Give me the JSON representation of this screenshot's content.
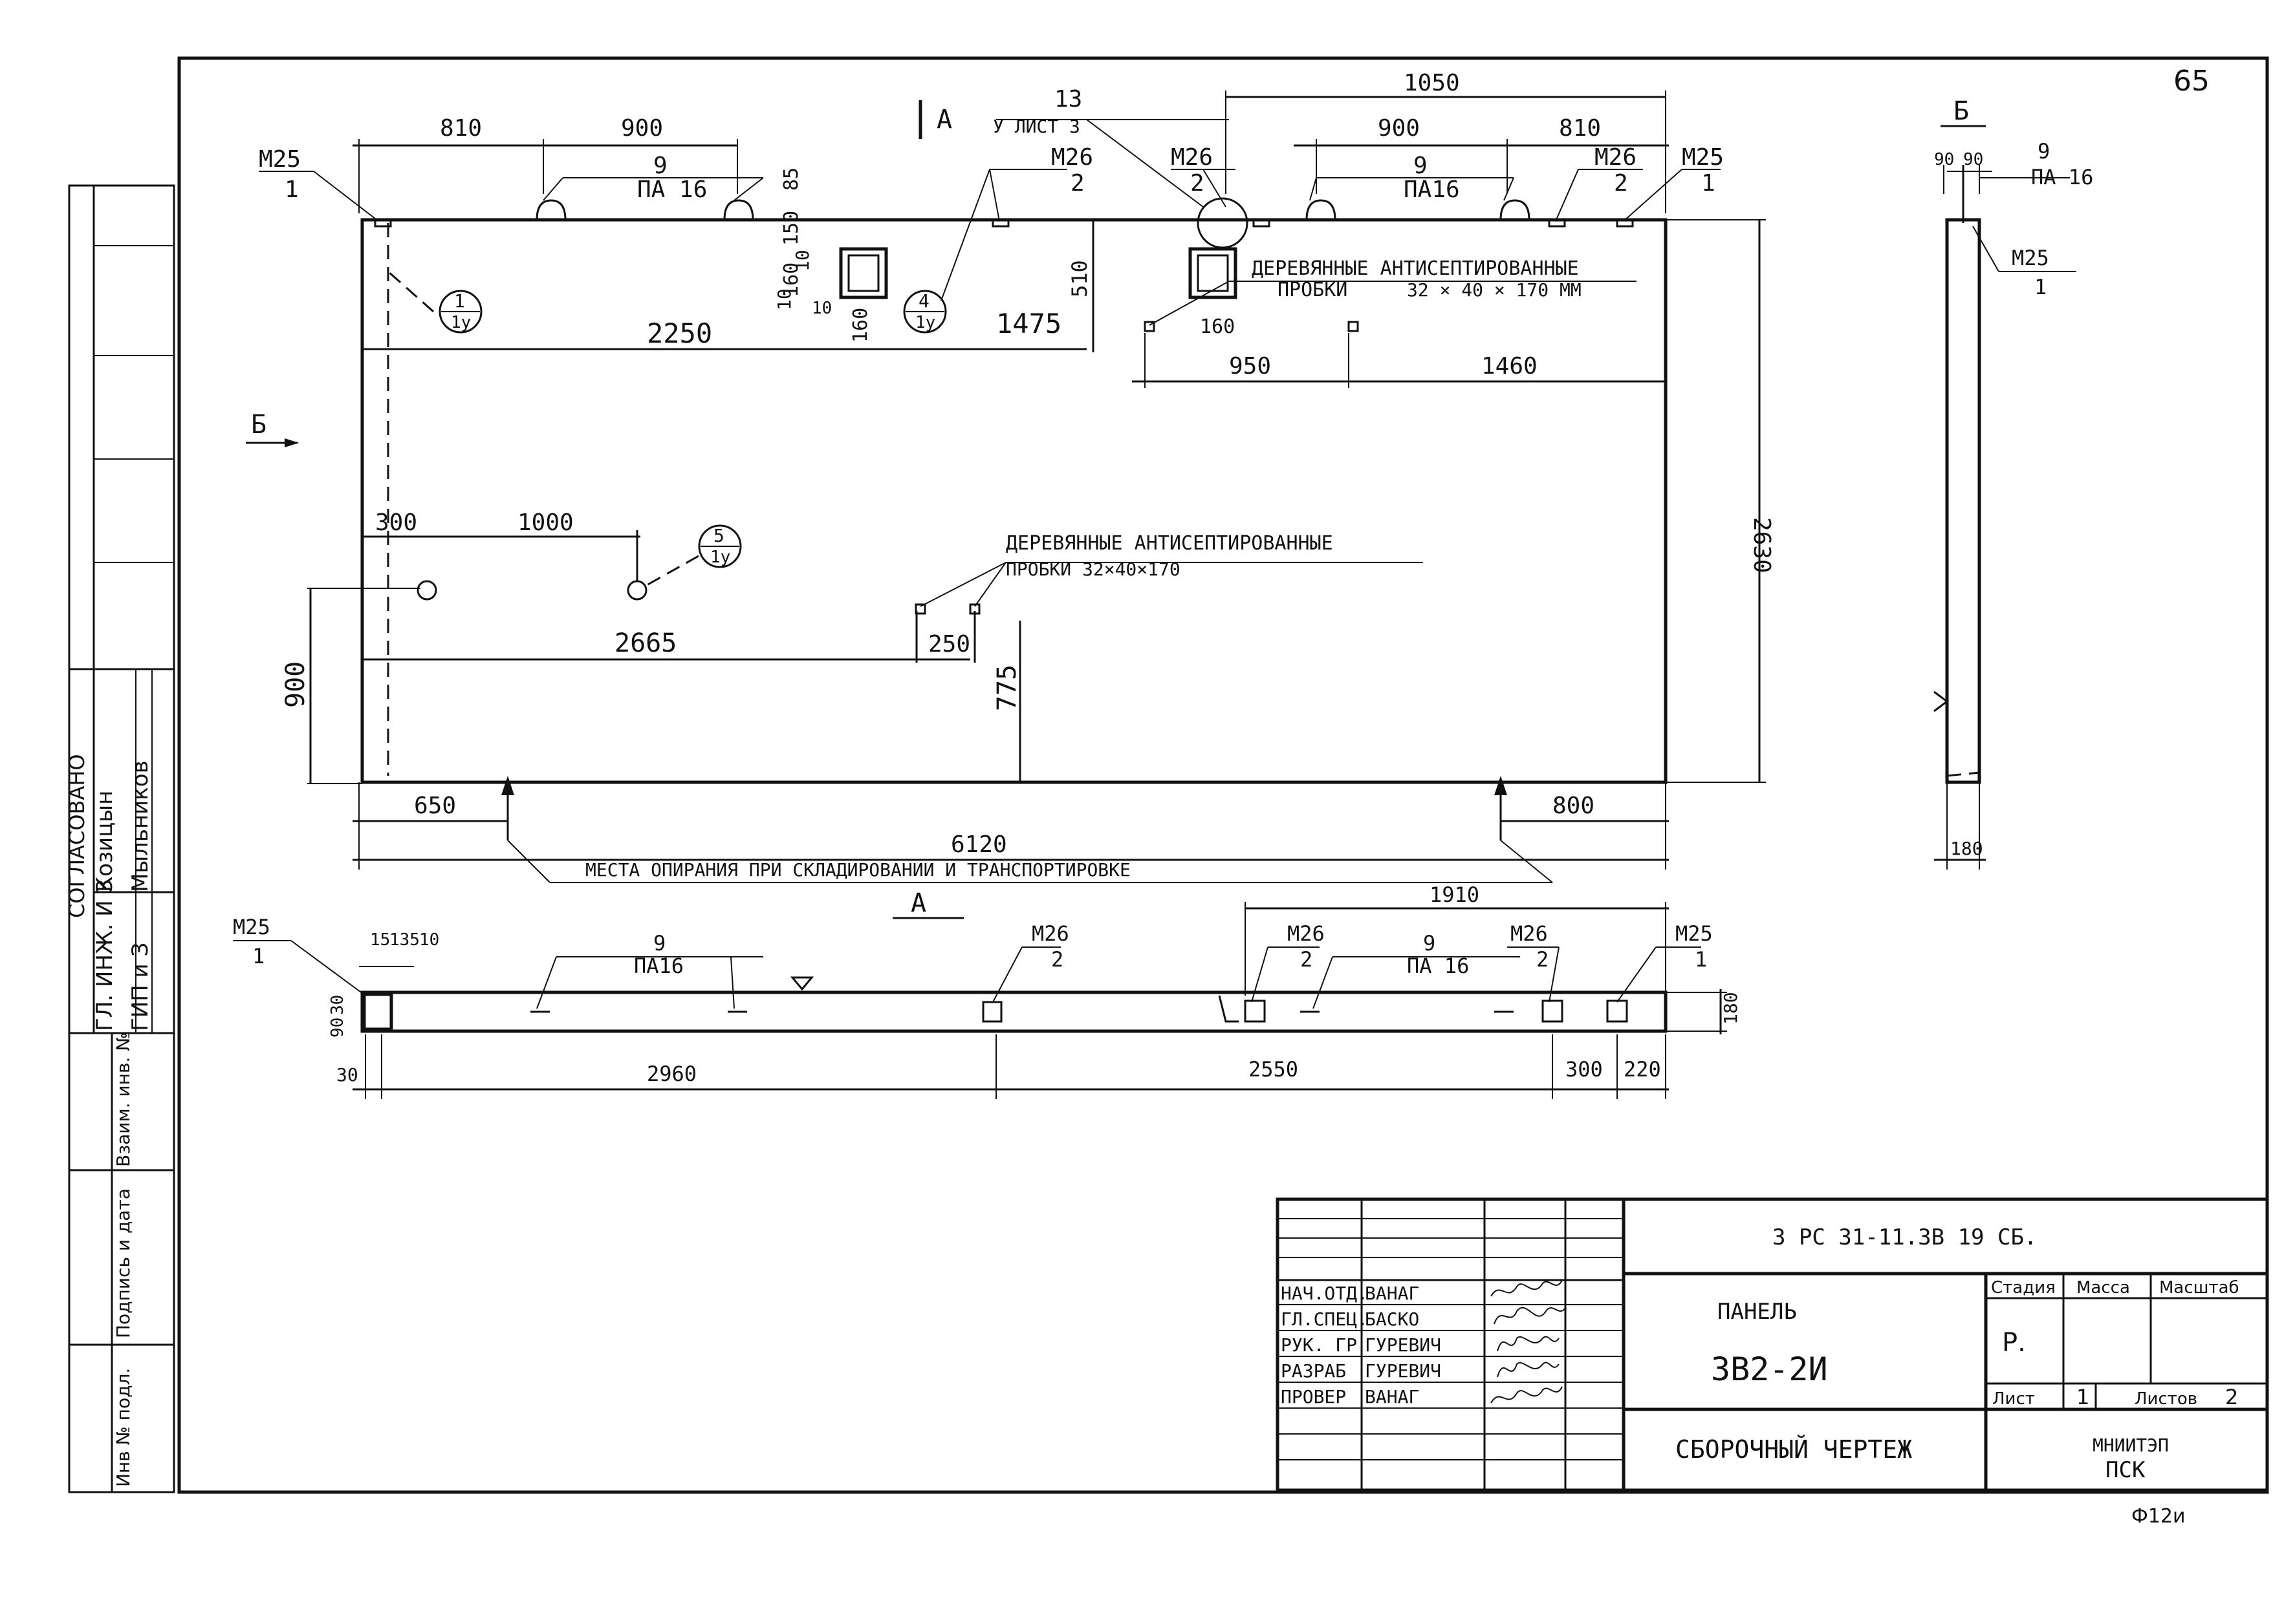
{
  "sheet": {
    "page_number": "65",
    "format": "Ф12и"
  },
  "approval": {
    "title": "СОГЛАСОВАНО",
    "rows": [
      {
        "role": "ГЛ. ИНЖ. И З",
        "name": "Козицын"
      },
      {
        "role": "ГИП и З",
        "name": "Мыльников"
      }
    ]
  },
  "side_stamp": {
    "inv_replace": "Взаим. инв. №",
    "sign_date": "Подпись и дата",
    "inv_orig": "Инв № подл."
  },
  "views": {
    "section_a": "А",
    "section_b": "Б"
  },
  "front": {
    "dims": {
      "d810a": "810",
      "d900a": "900",
      "d1050": "1050",
      "d900b": "900",
      "d810b": "810",
      "d85": "85",
      "d150": "150",
      "d160v": "160",
      "d10v": "10",
      "d10h": "10",
      "d160h": "160",
      "d10b": "10",
      "d510": "510",
      "d2250": "2250",
      "d1475": "1475",
      "d160b": "160",
      "d950": "950",
      "d1460": "1460",
      "d2630": "2630",
      "d300": "300",
      "d1000": "1000",
      "d2665": "2665",
      "d250": "250",
      "d900v": "900",
      "d775": "775",
      "d650": "650",
      "d800": "800",
      "d6120": "6120"
    },
    "callouts": {
      "m25_top": "М25",
      "m25_top_n": "1",
      "pa9a": "9",
      "pa9a_b": "ПА 16",
      "ref13": "13",
      "ref13_b": "У ЛИСТ 3",
      "m26_a": "М26",
      "m26_a_n": "2",
      "m26_b": "М26",
      "m26_b_n": "2",
      "pa9b": "9",
      "pa9b_b": "ПА16",
      "m26_c": "М26",
      "m26_c_n": "2",
      "m25_r": "М25",
      "m25_r_n": "1",
      "node1": "1",
      "node1_b": "1у",
      "node4": "4",
      "node4_b": "1у",
      "node5": "5",
      "node5_b": "1у",
      "plugs1_a": "ДЕРЕВЯННЫЕ АНТИСЕПТИРОВАННЫЕ",
      "plugs1_b": "ПРОБКИ",
      "plugs1_c": "32 × 40 × 170 ММ",
      "plugs2_a": "ДЕРЕВЯННЫЕ АНТИСЕПТИРОВАННЫЕ",
      "plugs2_b": "ПРОБКИ 32×40×170",
      "supports": "МЕСТА ОПИРАНИЯ ПРИ СКЛАДИРОВАНИИ И ТРАНСПОРТИРОВКЕ"
    }
  },
  "side": {
    "dims": {
      "d90a": "90",
      "d90b": "90",
      "d180": "180"
    },
    "callouts": {
      "pa": "9",
      "pa_b": "ПА 16",
      "m25": "М25",
      "m25_n": "1"
    }
  },
  "plan": {
    "dims": {
      "d15": "15",
      "d135": "135",
      "d10": "10",
      "d30a": "30",
      "d90": "90",
      "d1910": "1910",
      "d180": "180",
      "d30b": "30",
      "d2960": "2960",
      "d2550": "2550",
      "d300": "300",
      "d220": "220"
    },
    "callouts": {
      "m25_l": "М25",
      "m25_l_n": "1",
      "pa_a": "9",
      "pa_a_b": "ПА16",
      "m26_a": "М26",
      "m26_a_n": "2",
      "m26_b": "М26",
      "m26_b_n": "2",
      "pa_b": "9",
      "pa_b_b": "ПА 16",
      "m26_c": "М26",
      "m26_c_n": "2",
      "m25_r": "М25",
      "m25_r_n": "1"
    }
  },
  "title_block": {
    "doc_code": "3 РС 31-11.3В 19 СБ.",
    "product_label": "ПАНЕЛЬ",
    "product_code": "3В2-2И",
    "drawing_type": "СБОРОЧНЫЙ ЧЕРТЕЖ",
    "org_line1": "МНИИТЭП",
    "org_line2": "ПСК",
    "stage_h": "Стадия",
    "mass_h": "Масса",
    "scale_h": "Масштаб",
    "stage": "Р.",
    "sheet_h": "Лист",
    "sheet": "1",
    "sheets_h": "Листов",
    "sheets": "2",
    "signers": [
      {
        "role": "НАЧ.ОТД.",
        "name": "ВАНАГ"
      },
      {
        "role": "ГЛ.СПЕЦ.",
        "name": "БАСКО"
      },
      {
        "role": "РУК. ГР",
        "name": "ГУРЕВИЧ"
      },
      {
        "role": "РАЗРАБ",
        "name": "ГУРЕВИЧ"
      },
      {
        "role": "ПРОВЕР",
        "name": "ВАНАГ"
      }
    ]
  }
}
